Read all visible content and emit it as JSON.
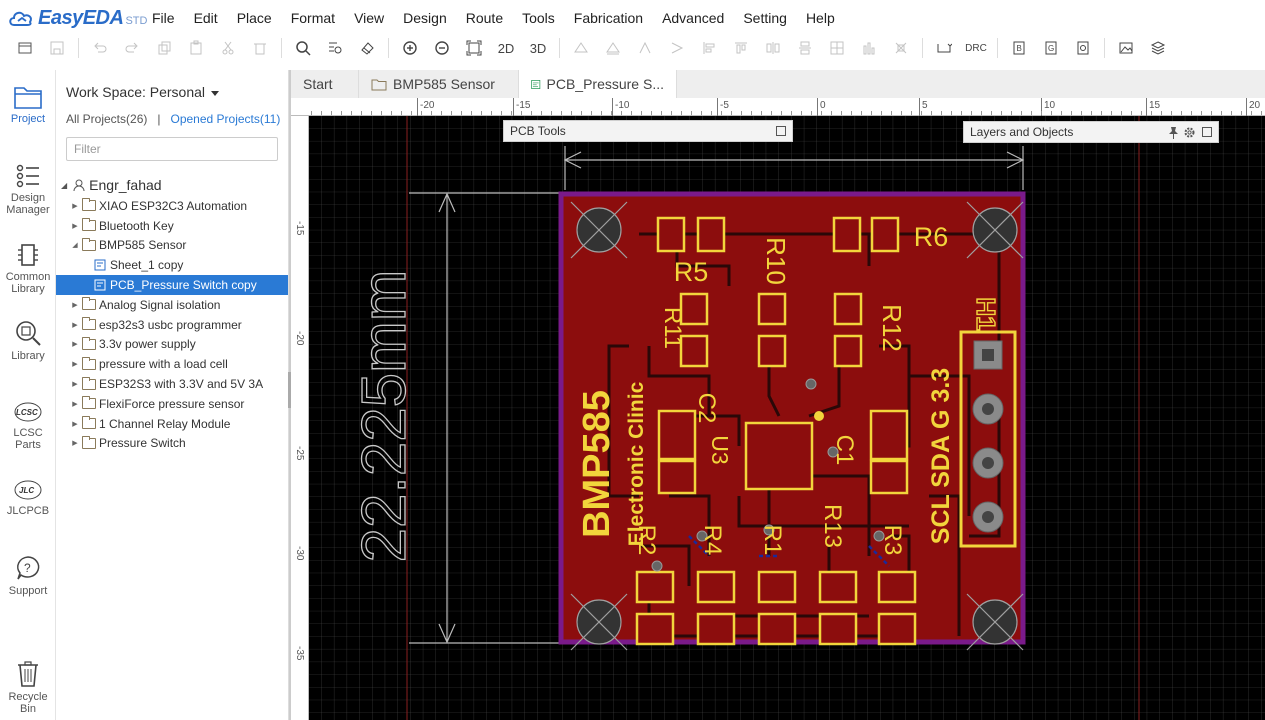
{
  "app": {
    "logo_text": "EasyEDA",
    "logo_suffix": "STD"
  },
  "menu": [
    "File",
    "Edit",
    "Place",
    "Format",
    "View",
    "Design",
    "Route",
    "Tools",
    "Fabrication",
    "Advanced",
    "Setting",
    "Help"
  ],
  "toolbar": {
    "btn_2d": "2D",
    "btn_3d": "3D",
    "drc": "DRC"
  },
  "leftbar": [
    {
      "label_lines": [
        "Project"
      ],
      "icon": "project-icon"
    },
    {
      "label_lines": [
        "Design",
        "Manager"
      ],
      "icon": "design-manager-icon"
    },
    {
      "label_lines": [
        "Common",
        "Library"
      ],
      "icon": "common-library-icon"
    },
    {
      "label_lines": [
        "Library"
      ],
      "icon": "library-icon"
    },
    {
      "label_lines": [
        "LCSC",
        "Parts"
      ],
      "icon": "lcsc-icon",
      "badge": "LCSC"
    },
    {
      "label_lines": [
        "JLCPCB"
      ],
      "icon": "jlcpcb-icon",
      "badge": "JLC"
    },
    {
      "label_lines": [
        "Support"
      ],
      "icon": "support-icon"
    },
    {
      "label_lines": [
        "Recycle",
        "Bin"
      ],
      "icon": "recycle-bin-icon"
    }
  ],
  "project_panel": {
    "workspace": "Work Space: Personal",
    "all_projects": "All Projects(26)",
    "divider": "|",
    "opened_projects": "Opened Projects(11)",
    "filter_placeholder": "Filter",
    "root_user": "Engr_fahad",
    "tree": [
      {
        "label": "XIAO ESP32C3 Automation",
        "type": "folder",
        "expanded": false
      },
      {
        "label": "Bluetooth Key",
        "type": "folder",
        "expanded": false
      },
      {
        "label": "BMP585 Sensor",
        "type": "folder",
        "expanded": true
      },
      {
        "label": "Sheet_1 copy",
        "type": "schematic"
      },
      {
        "label": "PCB_Pressure Switch copy",
        "type": "pcb",
        "selected": true
      },
      {
        "label": "Analog Signal isolation",
        "type": "folder",
        "expanded": false
      },
      {
        "label": "esp32s3 usbc programmer",
        "type": "folder",
        "expanded": false
      },
      {
        "label": "3.3v power supply",
        "type": "folder",
        "expanded": false
      },
      {
        "label": "pressure with a load cell",
        "type": "folder",
        "expanded": false
      },
      {
        "label": "ESP32S3 with 3.3V and 5V 3A",
        "type": "folder",
        "expanded": false
      },
      {
        "label": "FlexiForce pressure sensor",
        "type": "folder",
        "expanded": false
      },
      {
        "label": "1 Channel Relay Module",
        "type": "folder",
        "expanded": false
      },
      {
        "label": "Pressure Switch",
        "type": "folder",
        "expanded": false
      }
    ]
  },
  "doc_tabs": [
    {
      "label": "Start",
      "active": false
    },
    {
      "label": "BMP585 Sensor",
      "active": false
    },
    {
      "label": "PCB_Pressure S...",
      "active": true
    }
  ],
  "ruler": {
    "top_labels": [
      "-20",
      "-15",
      "-10",
      "-5",
      "0",
      "5",
      "10",
      "15",
      "20"
    ],
    "left_labels": [
      "-15",
      "-20",
      "-25",
      "-30",
      "-35"
    ]
  },
  "panels": {
    "pcb_tools": "PCB Tools",
    "layers": "Layers and Objects"
  },
  "pcb": {
    "dimension_label": "22.225mm",
    "silkscreen": {
      "title": "BMP585",
      "subtitle": "Electronic Clinic",
      "header_pins": "SCL SDA G 3.3",
      "header_ref": "H1",
      "refs": [
        "R5",
        "R6",
        "R10",
        "R11",
        "R12",
        "C2",
        "U3",
        "C1",
        "R2",
        "R4",
        "R1",
        "R13",
        "R3"
      ]
    },
    "colors": {
      "board": "#8c0d0d",
      "outline": "#7a1a8a",
      "silk": "#f2d53c",
      "background": "#000000"
    }
  }
}
